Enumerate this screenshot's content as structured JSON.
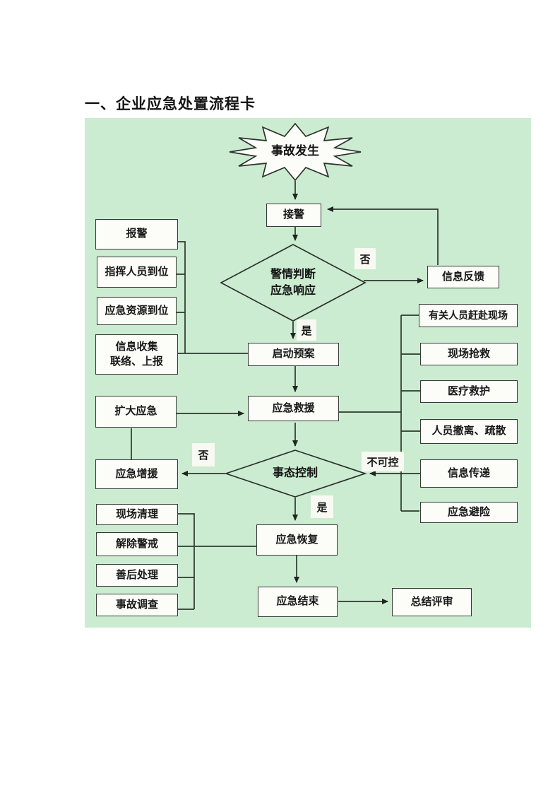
{
  "title": "一、企业应急处置流程卡",
  "flow": {
    "start": "事故发生",
    "receive_alarm": "接警",
    "decision_alarm": "警情判断\n应急响应",
    "info_feedback": "信息反馈",
    "start_plan": "启动预案",
    "rescue": "应急救援",
    "decision_control": "事态控制",
    "recovery": "应急恢复",
    "end": "应急结束",
    "review": "总结评审",
    "expand_emergency": "扩大应急",
    "reinforcement": "应急增援",
    "prep_steps": [
      "报警",
      "指挥人员到位",
      "应急资源到位",
      "信息收集\n联络、上报"
    ],
    "rescue_actions": [
      "有关人员赶赴现场",
      "现场抢救",
      "医疗救护",
      "人员撤离、疏散",
      "信息传递",
      "应急避险"
    ],
    "recovery_steps": [
      "现场清理",
      "解除警戒",
      "善后处理",
      "事故调查"
    ],
    "labels": {
      "yes1": "是",
      "no1": "否",
      "yes2": "是",
      "no2": "否",
      "uncontrollable": "不可控"
    }
  },
  "colors": {
    "canvas_green": "#cbecd1",
    "node_fill": "#fcfdf9",
    "stroke": "#30372f"
  }
}
